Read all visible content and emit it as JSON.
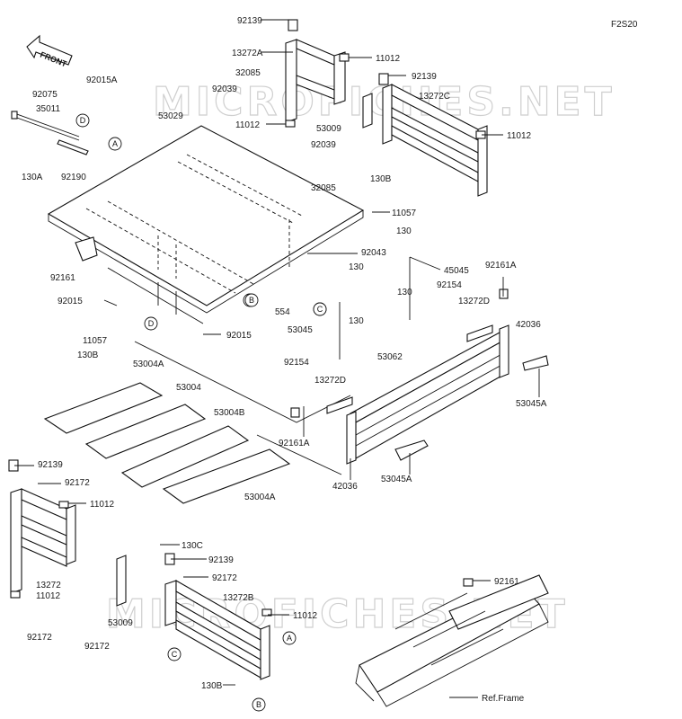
{
  "diagram_code": "F2S20",
  "front_label": "FRONT",
  "ref_frame_label": "Ref.Frame",
  "watermark": [
    "MICROFICHES.NET",
    "MICROFICHES.NET"
  ],
  "callouts": [
    "A",
    "B",
    "C",
    "D",
    "D",
    "B",
    "C",
    "A",
    "C",
    "B"
  ],
  "part_labels": [
    "92139",
    "13272A",
    "11012",
    "32085",
    "92039",
    "11012",
    "92139",
    "13272C",
    "53009",
    "11012",
    "92039",
    "32085",
    "130B",
    "11057",
    "92075",
    "92015A",
    "35011",
    "130A",
    "92190",
    "53029",
    "92161",
    "92015",
    "554",
    "92015",
    "92043",
    "130",
    "45045",
    "130",
    "92161A",
    "92154",
    "130",
    "13272D",
    "42036",
    "53045",
    "130",
    "11057",
    "130B",
    "53004A",
    "53004",
    "53004B",
    "53004A",
    "53062",
    "92154",
    "13272D",
    "53045A",
    "92161A",
    "42036",
    "53045A",
    "92139",
    "92172",
    "11012",
    "13272",
    "11012",
    "92172",
    "53009",
    "92172",
    "130C",
    "92139",
    "92172",
    "13272B",
    "11012",
    "130B",
    "92161"
  ]
}
